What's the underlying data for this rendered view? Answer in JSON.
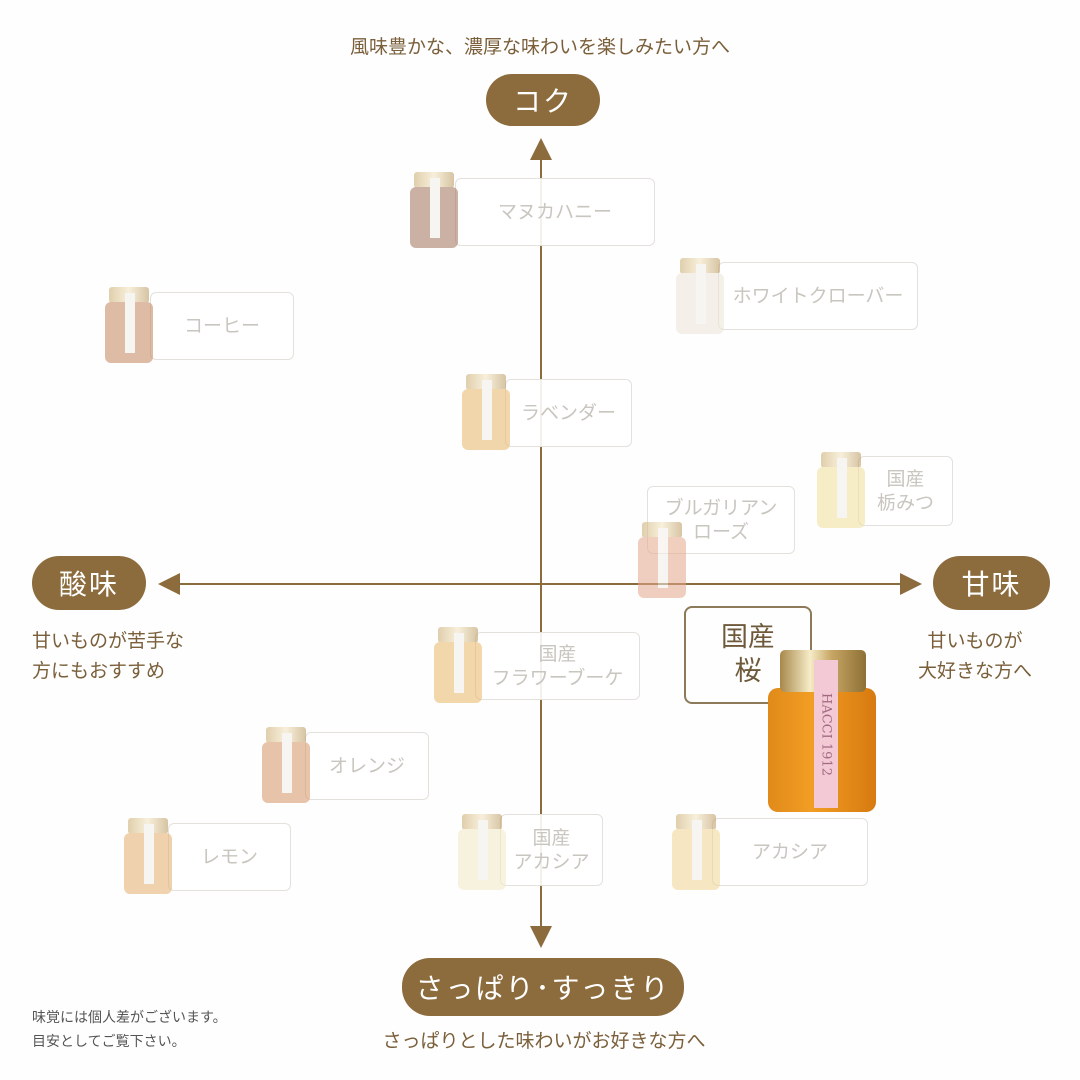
{
  "top": {
    "caption": "風味豊かな、濃厚な味わいを楽しみたい方へ",
    "label": "コク"
  },
  "left": {
    "label": "酸味",
    "caption": "甘いものが苦手な\n方にもおすすめ"
  },
  "right": {
    "label": "甘味",
    "caption": "甘いものが\n大好きな方へ"
  },
  "bottom": {
    "label": "さっぱり･すっきり",
    "caption": "さっぱりとした味わいがお好きな方へ"
  },
  "note": "味覚には個人差がございます。\n目安としてご覧下さい。",
  "featured": {
    "name": "国産\n桜",
    "jar_label": "HACCI 1912"
  },
  "products": [
    {
      "name": "マヌカハニー",
      "color": "#a0735a"
    },
    {
      "name": "ホワイトクローバー",
      "color": "#ece6d8"
    },
    {
      "name": "コーヒー",
      "color": "#c4855c"
    },
    {
      "name": "ラベンダー",
      "color": "#e8b76a"
    },
    {
      "name": "国産\n栃みつ",
      "color": "#f0e09a"
    },
    {
      "name": "ブルガリアン\nローズ",
      "color": "#e6a88c"
    },
    {
      "name": "国産\nフラワーブーケ",
      "color": "#eab868"
    },
    {
      "name": "オレンジ",
      "color": "#d69466"
    },
    {
      "name": "レモン",
      "color": "#e3ad6c"
    },
    {
      "name": "国産\nアカシア",
      "color": "#f2eac4"
    },
    {
      "name": "アカシア",
      "color": "#f0d692"
    }
  ]
}
